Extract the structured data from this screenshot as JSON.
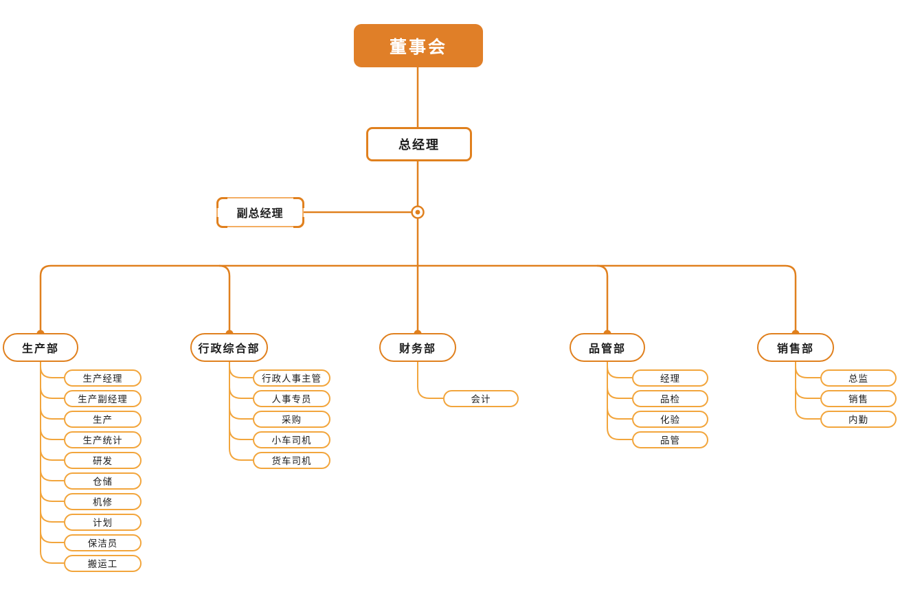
{
  "palette": {
    "primary_orange": "#E0801E",
    "secondary_orange": "#F2A53C",
    "root_fill": "#E07F28",
    "root_text": "#FFFFFF",
    "node_text": "#1D1D1D",
    "background": "#FFFFFF"
  },
  "tree": {
    "root": {
      "label": "董事会"
    },
    "general_manager": {
      "label": "总经理"
    },
    "deputy_general_manager": {
      "label": "副总经理"
    },
    "departments": [
      {
        "label": "生产部",
        "children": [
          "生产经理",
          "生产副经理",
          "生产",
          "生产统计",
          "研发",
          "仓储",
          "机修",
          "计划",
          "保洁员",
          "搬运工"
        ]
      },
      {
        "label": "行政综合部",
        "children": [
          "行政人事主管",
          "人事专员",
          "采购",
          "小车司机",
          "货车司机"
        ]
      },
      {
        "label": "财务部",
        "children": [
          "会计"
        ]
      },
      {
        "label": "品管部",
        "children": [
          "经理",
          "品检",
          "化验",
          "品管"
        ]
      },
      {
        "label": "销售部",
        "children": [
          "总监",
          "销售",
          "内勤"
        ]
      }
    ]
  }
}
